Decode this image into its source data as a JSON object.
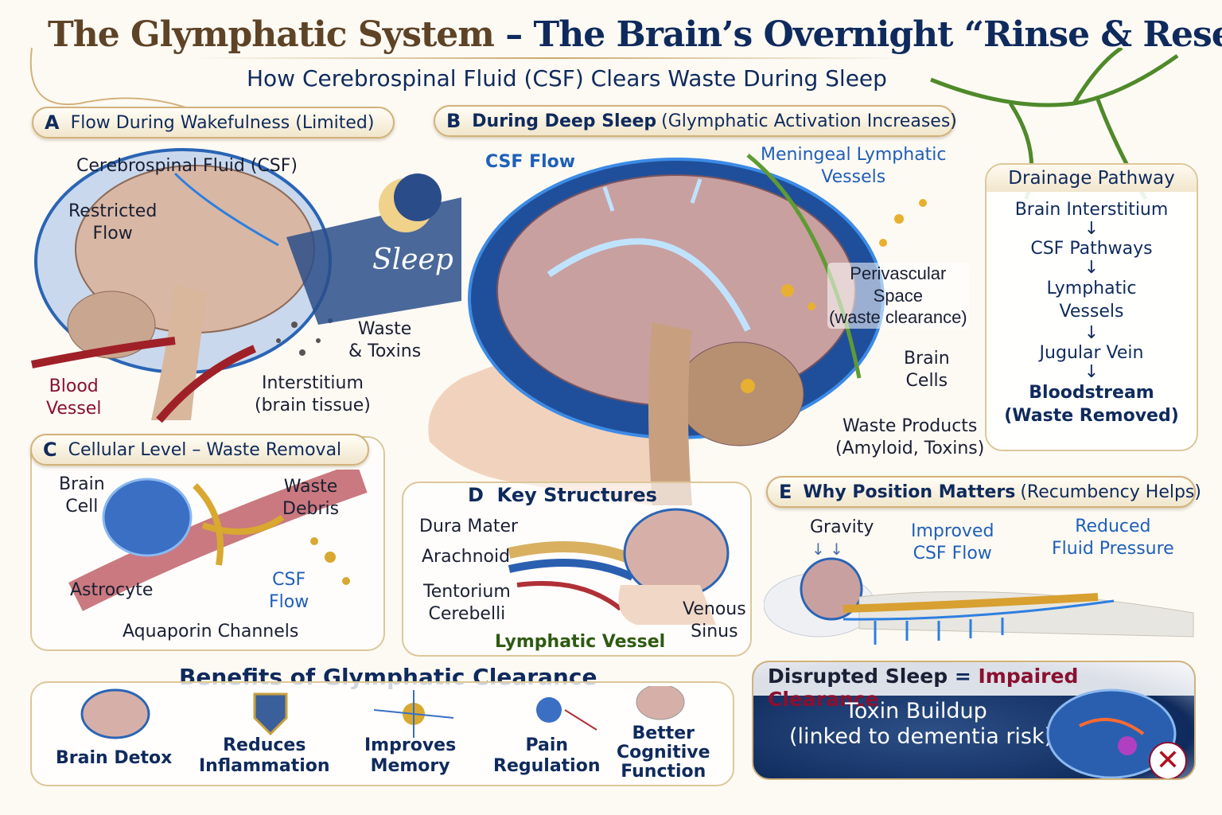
{
  "title": {
    "part1": "The Glymphatic System",
    "dash": " – ",
    "part2": "The Brain’s Overnight “Rinse & Reset”",
    "subtitle": "How Cerebrospinal Fluid (CSF) Clears Waste During Sleep"
  },
  "panel_a": {
    "letter": "A",
    "title": "Flow During Wakefulness (Limited)",
    "labels": {
      "csf": "Cerebrospinal Fluid (CSF)",
      "restricted": "Restricted\nFlow",
      "blood": "Blood\nVessel",
      "interstitium": "Interstitium\n(brain tissue)",
      "waste": "Waste\n& Toxins"
    },
    "sleep": "Sleep"
  },
  "panel_b": {
    "letter": "B",
    "title_bold": "During Deep Sleep",
    "title_rest": "(Glymphatic Activation Increases)",
    "labels": {
      "csf_flow": "CSF Flow",
      "meningeal": "Meningeal Lymphatic\nVessels",
      "perivascular": "Perivascular\nSpace\n(waste clearance)",
      "brain_cells": "Brain\nCells",
      "waste_products": "Waste Products\n(Amyloid, Toxins)"
    }
  },
  "drainage": {
    "title": "Drainage Pathway",
    "steps": [
      "Brain Interstitium",
      "CSF Pathways",
      "Lymphatic\nVessels",
      "Jugular Vein"
    ],
    "final": "Bloodstream\n(Waste Removed)",
    "arrow": "↓"
  },
  "panel_c": {
    "letter": "C",
    "title": "Cellular Level – Waste Removal",
    "labels": {
      "brain_cell": "Brain\nCell",
      "waste_debris": "Waste\nDebris",
      "astrocyte": "Astrocyte",
      "csf_flow": "CSF\nFlow",
      "aquaporin": "Aquaporin Channels"
    }
  },
  "panel_d": {
    "letter": "D",
    "title": "Key Structures",
    "labels": {
      "dura": "Dura Mater",
      "arachnoid": "Arachnoid",
      "tentorium": "Tentorium\nCerebelli",
      "lymphatic": "Lymphatic Vessel",
      "venous": "Venous\nSinus"
    }
  },
  "panel_e": {
    "letter": "E",
    "title_bold": "Why Position Matters",
    "title_rest": "(Recumbency Helps)",
    "labels": {
      "gravity": "Gravity",
      "improved": "Improved\nCSF Flow",
      "reduced": "Reduced\nFluid Pressure"
    }
  },
  "benefits": {
    "title": "Benefits of Glymphatic  Clearance",
    "items": [
      "Brain Detox",
      "Reduces\nInflammation",
      "Improves\nMemory",
      "Pain\nRegulation",
      "Better\nCognitive\nFunction"
    ]
  },
  "disrupted": {
    "left": "Disrupted Sleep",
    "eq": " = ",
    "right": "Impaired Clearance",
    "line1": "Toxin Buildup",
    "line2": "(linked to dementia risk)"
  }
}
